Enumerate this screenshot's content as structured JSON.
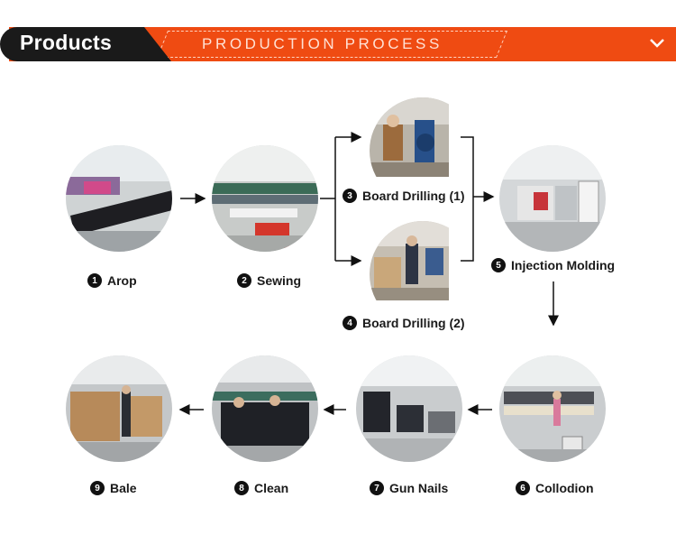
{
  "header": {
    "title": "Products",
    "subtitle": "PRODUCTION PROCESS",
    "accent_color": "#ef4b12",
    "dark_color": "#1a1a1a",
    "menu_icon": "chevron-down-icon"
  },
  "steps": [
    {
      "number": "1",
      "label": "Arop"
    },
    {
      "number": "2",
      "label": "Sewing"
    },
    {
      "number": "3",
      "label": "Board Drilling (1)"
    },
    {
      "number": "4",
      "label": "Board Drilling (2)"
    },
    {
      "number": "5",
      "label": "Injection Molding"
    },
    {
      "number": "6",
      "label": "Collodion"
    },
    {
      "number": "7",
      "label": "Gun Nails"
    },
    {
      "number": "8",
      "label": "Clean"
    },
    {
      "number": "9",
      "label": "Bale"
    }
  ]
}
